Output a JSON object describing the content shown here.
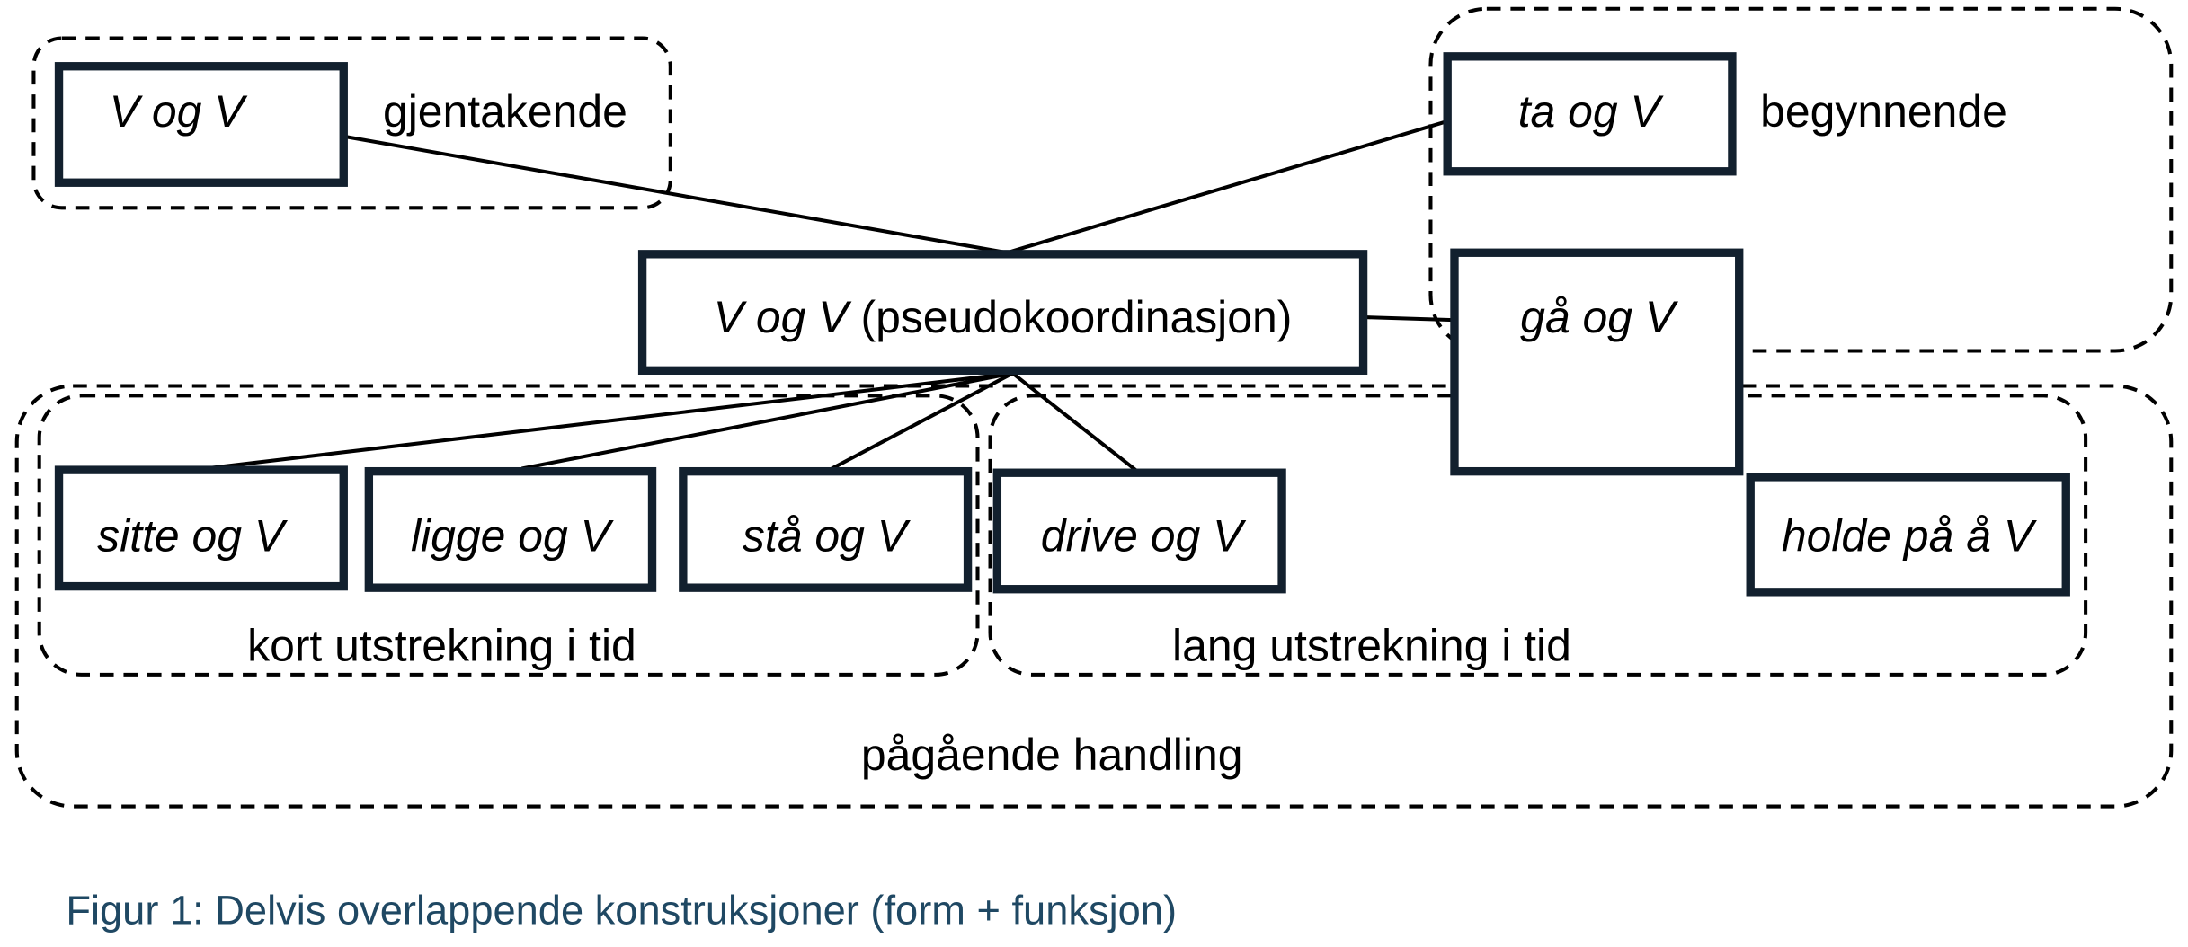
{
  "diagram": {
    "nodes": {
      "center": {
        "italic": "V og V",
        "plain": " (pseudokoordinasjon)"
      },
      "v_og_v": "V og V",
      "ta_og_v": "ta og V",
      "ga_og_v": "gå og V",
      "sitte_og_v": "sitte og V",
      "ligge_og_v": "ligge og V",
      "sta_og_v": "stå og V",
      "drive_og_v": "drive og V",
      "holde_pa_a_v": "holde på å V"
    },
    "groups": {
      "gjentakende": "gjentakende",
      "begynnende": "begynnende",
      "kort": "kort utstrekning i tid",
      "lang": "lang utstrekning i tid",
      "pagaende": "pågående handling"
    },
    "edges": [
      [
        "center",
        "v_og_v"
      ],
      [
        "center",
        "ta_og_v"
      ],
      [
        "center",
        "ga_og_v"
      ],
      [
        "center",
        "sitte_og_v"
      ],
      [
        "center",
        "ligge_og_v"
      ],
      [
        "center",
        "sta_og_v"
      ],
      [
        "center",
        "drive_og_v"
      ]
    ],
    "colors": {
      "node_border": "#12202e",
      "caption": "#1f4863"
    }
  },
  "caption": "Figur 1: Delvis overlappende konstruksjoner (form + funksjon)"
}
